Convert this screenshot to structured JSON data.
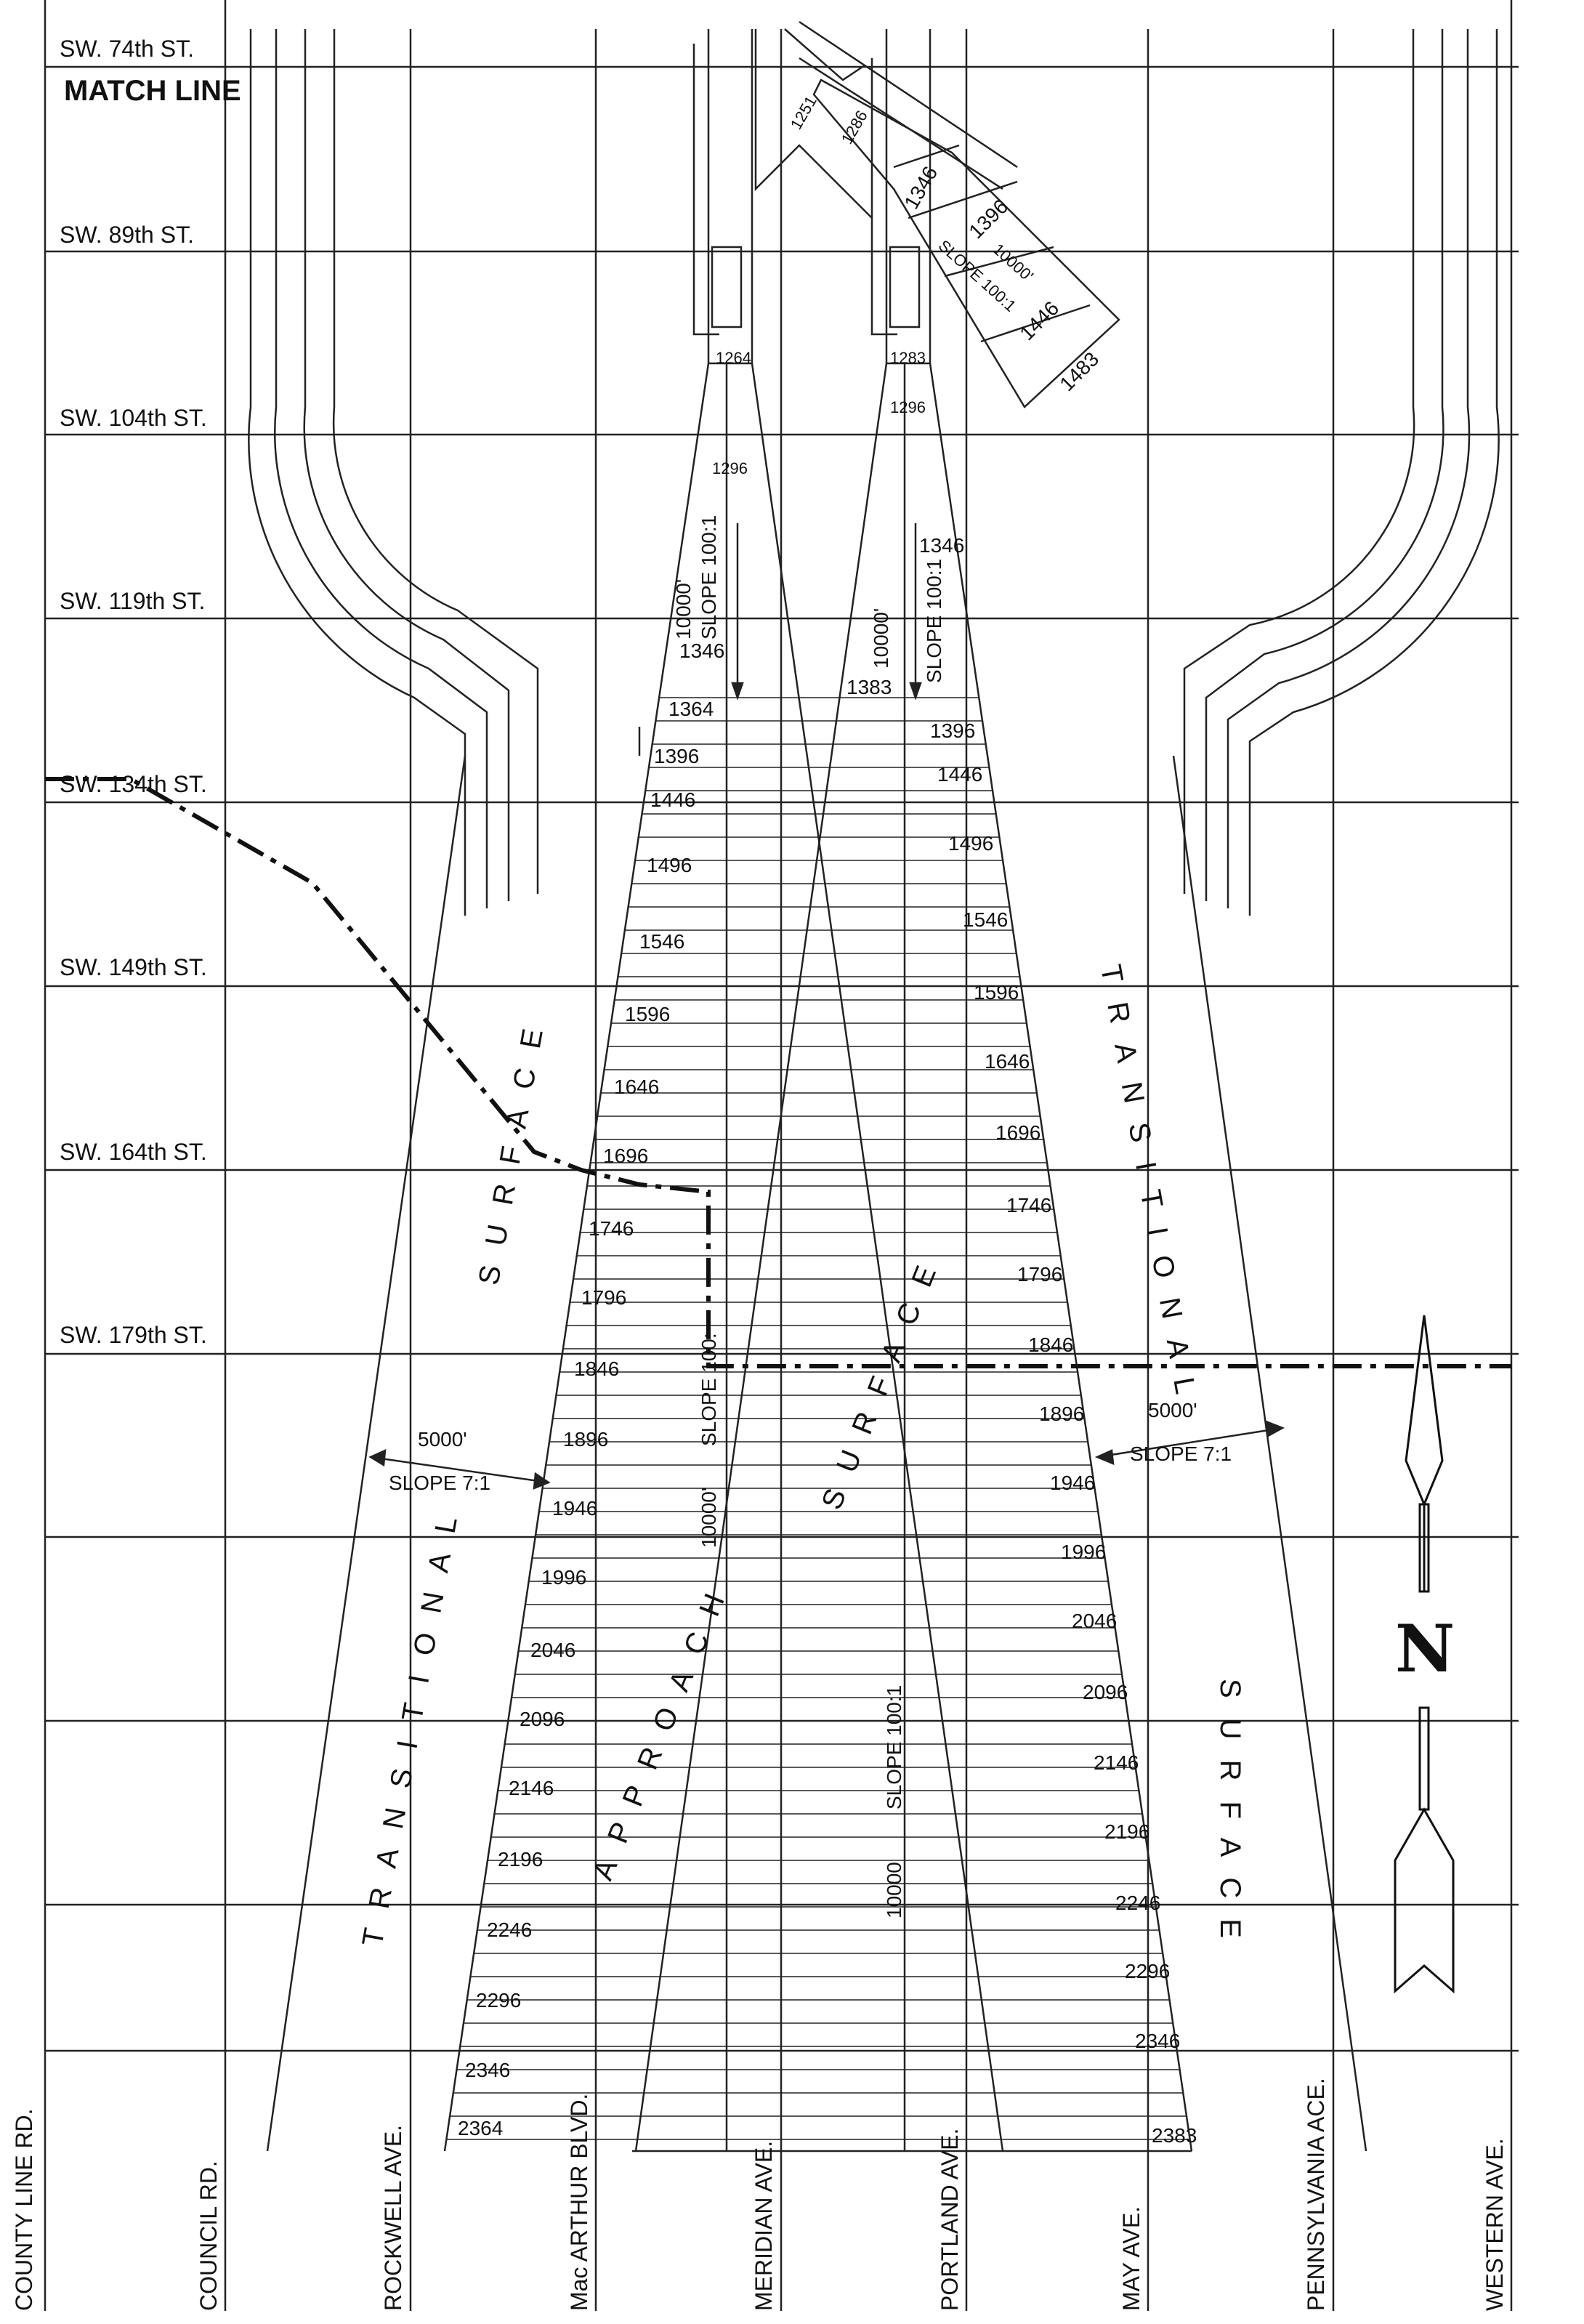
{
  "map": {
    "match_line": "MATCH LINE",
    "north_letter": "N",
    "streets": [
      "SW. 74th ST.",
      "SW. 89th ST.",
      "SW. 104th ST.",
      "SW. 119th ST.",
      "SW. 134th ST.",
      "SW. 149th ST.",
      "SW. 164th ST.",
      "SW. 179th ST."
    ],
    "roads": [
      "COUNTY LINE RD.",
      "COUNCIL RD.",
      "ROCKWELL AVE.",
      "Mac ARTHUR BLVD.",
      "MERIDIAN AVE.",
      "PORTLAND AVE.",
      "MAY AVE.",
      "PENNSYLVANIA ACE.",
      "WESTERN AVE."
    ],
    "surface_labels": {
      "transitional_left": "TRANSITIONAL",
      "surface_left": "SURFACE",
      "approach": "APPROACH",
      "surface_center": "SURFACE",
      "transitional_right": "TRANSITIONAL",
      "surface_right": "SURFACE"
    },
    "dims": {
      "left_trans_len": "5000'",
      "left_trans_slope": "SLOPE 7:1",
      "right_trans_len": "5000'",
      "right_trans_slope": "SLOPE 7:1",
      "west_app_len_top": "10000'",
      "west_app_slope_top": "SLOPE 100:1",
      "east_app_len_top": "10000'",
      "east_app_slope_top": "SLOPE 100:1",
      "west_app_len_bottom": "10000'",
      "west_app_slope_bottom": "SLOPE 100:",
      "east_app_len_bottom": "10000",
      "east_app_slope_bottom": "SLOPE 100:1",
      "diag_len": "10000'",
      "diag_slope": "SLOPE 100:1"
    },
    "elev_left": [
      "1346",
      "1364",
      "1396",
      "1446",
      "1496",
      "1546",
      "1596",
      "1646",
      "1696",
      "1746",
      "1796",
      "1846",
      "1896",
      "1946",
      "1996",
      "2046",
      "2096",
      "2146",
      "2196",
      "2246",
      "2296",
      "2346",
      "2364"
    ],
    "elev_right": [
      "1383",
      "1396",
      "1446",
      "1496",
      "1546",
      "1596",
      "1646",
      "1696",
      "1746",
      "1796",
      "1846",
      "1896",
      "1946",
      "1996",
      "2046",
      "2096",
      "2146",
      "2196",
      "2246",
      "2296",
      "2346",
      "2383"
    ],
    "elev_top": {
      "west_rw_end": "1264",
      "east_rw_end": "1283",
      "east_rw_end2": "1296",
      "west_top": "1296",
      "east_top": "1346"
    },
    "diag_elev": [
      "1251",
      "1286",
      "1346",
      "1396",
      "1446",
      "1483"
    ]
  }
}
